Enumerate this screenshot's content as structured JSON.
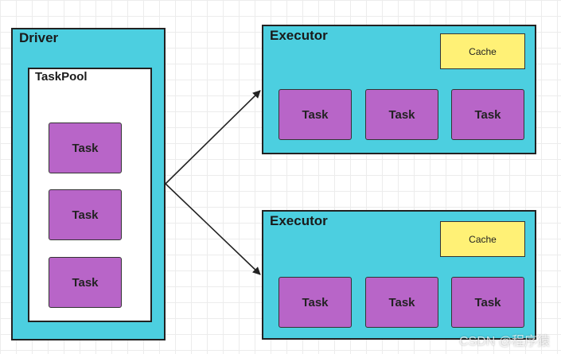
{
  "driver": {
    "title": "Driver",
    "taskpool": {
      "title": "TaskPool",
      "tasks": [
        "Task",
        "Task",
        "Task"
      ]
    }
  },
  "executors": [
    {
      "title": "Executor",
      "cache": "Cache",
      "tasks": [
        "Task",
        "Task",
        "Task"
      ]
    },
    {
      "title": "Executor",
      "cache": "Cache",
      "tasks": [
        "Task",
        "Task",
        "Task"
      ]
    }
  ],
  "watermark": "CSDN @程序猿",
  "colors": {
    "container": "#4ccfe0",
    "task": "#b865c8",
    "cache": "#fff176",
    "border": "#222222",
    "taskpool": "#ffffff"
  }
}
